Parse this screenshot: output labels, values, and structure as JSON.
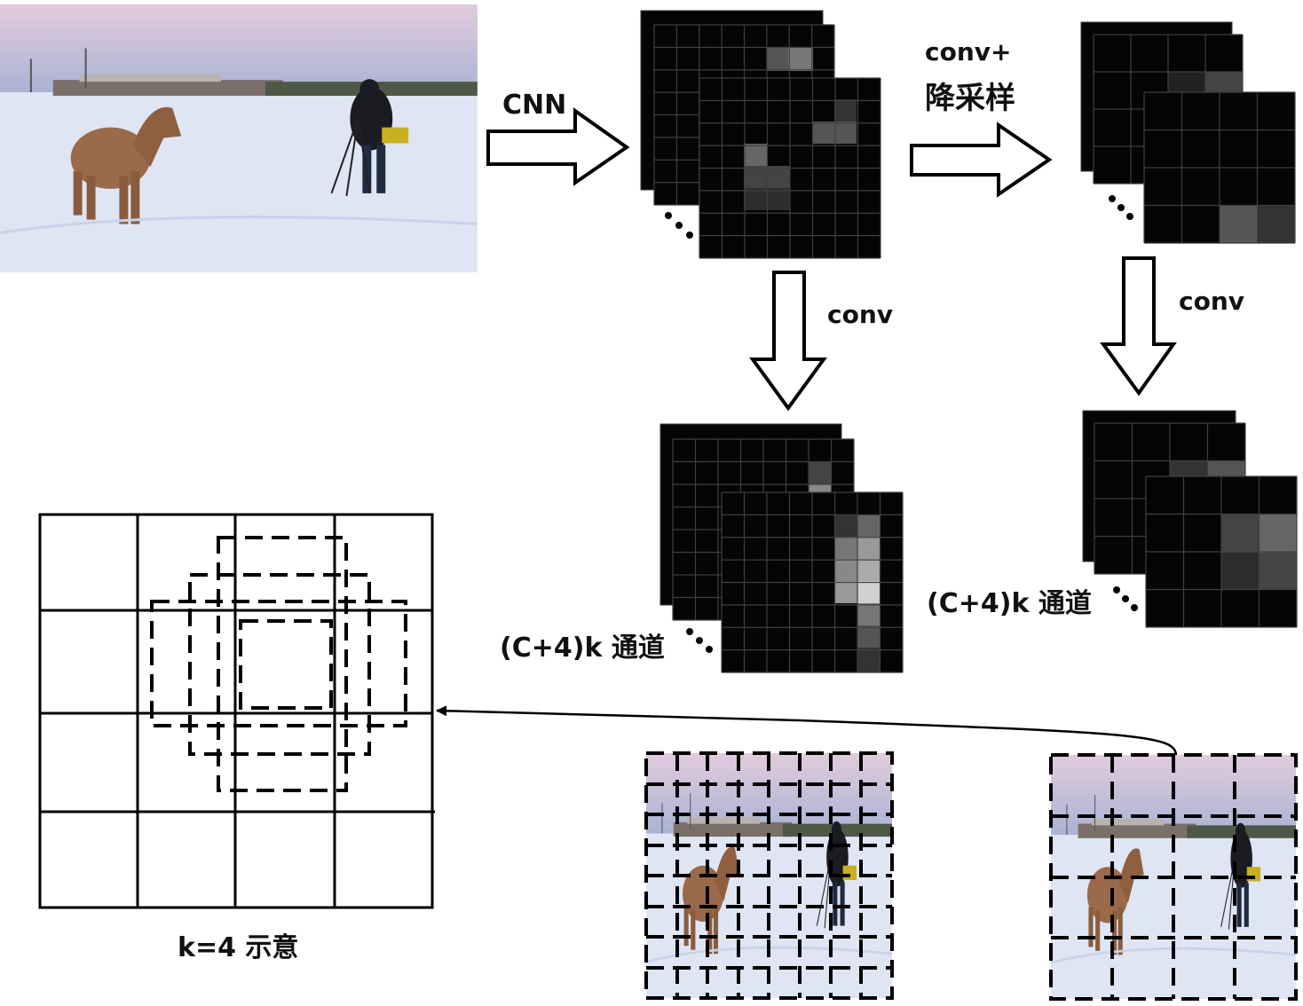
{
  "labels": {
    "cnn": "CNN",
    "conv_down_line1": "conv+",
    "conv_down_line2": "降采样",
    "conv_left": "conv",
    "conv_right": "conv",
    "channels_left": "(C+4)k 通道",
    "channels_right": "(C+4)k 通道",
    "k_caption": "k=4 示意"
  },
  "colors": {
    "sky_top": "#e2cbdd",
    "sky_bottom": "#aab3d3",
    "snow": "#dfe5f3",
    "horse": "#9a6a4a",
    "feature_bg": "#050505",
    "feature_grid": "#3a3a3a",
    "highlight": "#bcbcbc"
  }
}
